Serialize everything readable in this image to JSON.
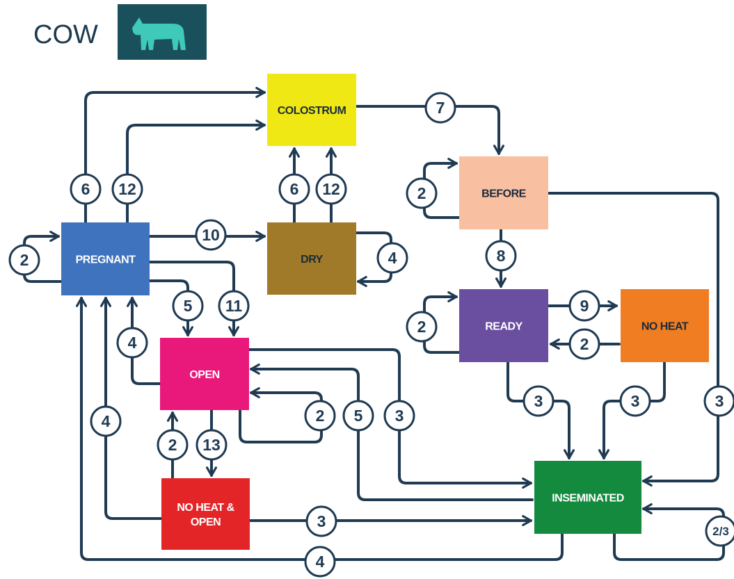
{
  "header": {
    "title": "COW",
    "icon": "cow-icon",
    "icon_bg": "#1a4f5c",
    "icon_color": "#3ec9b8"
  },
  "states": [
    {
      "id": "colostrum",
      "label": "COLOSTRUM",
      "color": "#f0e815",
      "text_color": "#1a2a3a"
    },
    {
      "id": "before",
      "label": "BEFORE",
      "color": "#f8bfa0",
      "text_color": "#1a2a3a"
    },
    {
      "id": "pregnant",
      "label": "PREGNANT",
      "color": "#3f73bd",
      "text_color": "#ffffff"
    },
    {
      "id": "dry",
      "label": "DRY",
      "color": "#a07a28",
      "text_color": "#1a2a3a"
    },
    {
      "id": "ready",
      "label": "READY",
      "color": "#6a4ea0",
      "text_color": "#ffffff"
    },
    {
      "id": "no_heat",
      "label": "NO HEAT",
      "color": "#f07d22",
      "text_color": "#1a2a3a"
    },
    {
      "id": "open",
      "label": "OPEN",
      "color": "#e8197b",
      "text_color": "#ffffff"
    },
    {
      "id": "no_heat_open",
      "label": "NO HEAT &\nOPEN",
      "color": "#e42528",
      "text_color": "#ffffff"
    },
    {
      "id": "inseminated",
      "label": "INSEMINATED",
      "color": "#138a3e",
      "text_color": "#ffffff"
    }
  ],
  "transitions": [
    {
      "id": "t1",
      "label": "2"
    },
    {
      "id": "t2",
      "label": "6"
    },
    {
      "id": "t3",
      "label": "12"
    },
    {
      "id": "t4",
      "label": "10"
    },
    {
      "id": "t5",
      "label": "6"
    },
    {
      "id": "t6",
      "label": "12"
    },
    {
      "id": "t7",
      "label": "4"
    },
    {
      "id": "t8",
      "label": "7"
    },
    {
      "id": "t9",
      "label": "2"
    },
    {
      "id": "t10",
      "label": "8"
    },
    {
      "id": "t11",
      "label": "2"
    },
    {
      "id": "t12",
      "label": "9"
    },
    {
      "id": "t13",
      "label": "2"
    },
    {
      "id": "t14",
      "label": "5"
    },
    {
      "id": "t15",
      "label": "11"
    },
    {
      "id": "t16",
      "label": "4"
    },
    {
      "id": "t17",
      "label": "4"
    },
    {
      "id": "t18",
      "label": "2"
    },
    {
      "id": "t19",
      "label": "13"
    },
    {
      "id": "t20",
      "label": "2"
    },
    {
      "id": "t21",
      "label": "5"
    },
    {
      "id": "t22",
      "label": "3"
    },
    {
      "id": "t23",
      "label": "3"
    },
    {
      "id": "t24",
      "label": "3"
    },
    {
      "id": "t25",
      "label": "3"
    },
    {
      "id": "t26",
      "label": "3"
    },
    {
      "id": "t27",
      "label": "4"
    },
    {
      "id": "t28",
      "label": "2/3"
    },
    {
      "id": "t29",
      "label": "4"
    }
  ]
}
